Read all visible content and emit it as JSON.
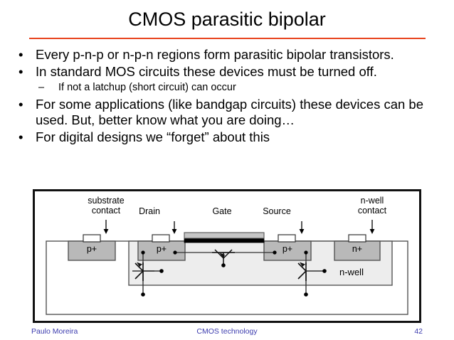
{
  "slide": {
    "title": "CMOS parasitic bipolar",
    "rule_color": "#E8441E",
    "bullets": [
      {
        "level": 1,
        "marker": "•",
        "text": "Every p-n-p or n-p-n regions form parasitic bipolar transistors."
      },
      {
        "level": 1,
        "marker": "•",
        "text": "In standard MOS circuits these devices must be turned off."
      },
      {
        "level": 2,
        "marker": "–",
        "text": "If not a latchup (short circuit) can occur"
      },
      {
        "level": 1,
        "marker": "•",
        "text": "For some applications (like bandgap circuits) these devices can be used. But, better know what you are doing…"
      },
      {
        "level": 1,
        "marker": "•",
        "text": "For digital designs we “forget” about this"
      }
    ]
  },
  "diagram": {
    "callouts": [
      {
        "id": "substrate-contact",
        "text": "substrate\ncontact",
        "line1": "substrate",
        "line2": "contact"
      },
      {
        "id": "drain",
        "text": "Drain",
        "line1": "Drain",
        "line2": ""
      },
      {
        "id": "gate",
        "text": "Gate",
        "line1": "Gate",
        "line2": ""
      },
      {
        "id": "source",
        "text": "Source",
        "line1": "Source",
        "line2": ""
      },
      {
        "id": "nwell-contact",
        "text": "n-well\ncontact",
        "line1": "n-well",
        "line2": "contact"
      }
    ],
    "regions": [
      {
        "id": "substrate-tap",
        "label": "p+"
      },
      {
        "id": "drain-diffusion",
        "label": "p+"
      },
      {
        "id": "source-diffusion",
        "label": "p+"
      },
      {
        "id": "nwell-tap",
        "label": "n+"
      }
    ],
    "nwell_label": "n-well",
    "colors": {
      "diffusion_fill": "#B9B9B9",
      "nwell_fill": "#EDEDED",
      "substrate_fill": "#FFFFFF",
      "poly_fill": "#C6C6C6",
      "oxide_fill": "#000000",
      "contact_fill": "#FFFFFF",
      "outline": "#555555",
      "frame": "#111111"
    }
  },
  "footer": {
    "author": "Paulo Moreira",
    "course": "CMOS technology",
    "page": "42",
    "color": "#3B3BAE"
  }
}
